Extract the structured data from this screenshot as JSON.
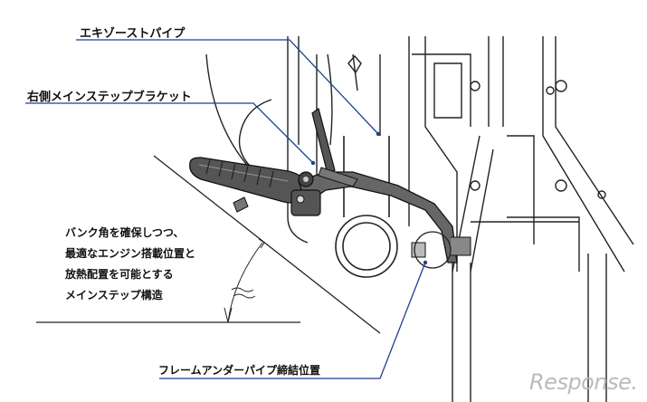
{
  "labels": {
    "exhaust_pipe": "エキゾーストパイプ",
    "right_bracket": "右側メインステップブラケット",
    "frame_under_pipe": "フレームアンダーパイプ締結位置"
  },
  "description": [
    "バンク角を確保しつつ、",
    "最適なエンジン搭載位置と",
    "放熱配置を可能とする",
    "メインステップ構造"
  ],
  "watermark": "Response.",
  "colors": {
    "leader_line": "#1f3f8f",
    "line_art": "#222222"
  }
}
